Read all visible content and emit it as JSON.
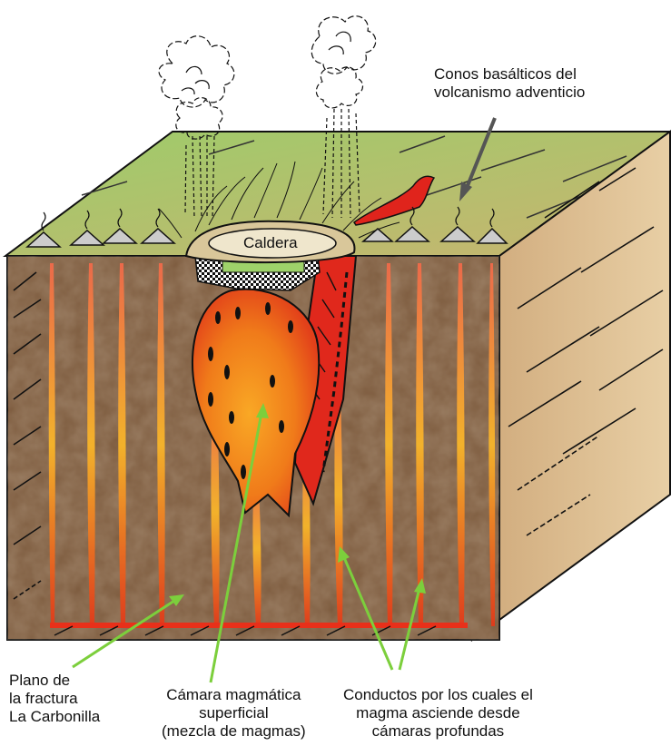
{
  "diagram": {
    "labels": {
      "caldera": "Caldera",
      "conos": "Conos basálticos del\nvolcanismo adventicio",
      "plano": "Plano de\nla fractura\nLa Carbonilla",
      "camara": "Cámara magmática\nsuperficial\n(mezcla de magmas)",
      "conductos": "Conductos por los cuales el\nmagma asciende desde\ncámaras profundas"
    },
    "colors": {
      "top_surface": "#8fbf5f",
      "front_face": "#7a5a3c",
      "side_face": "#d9b98c",
      "magma_chamber": "#f08a1c",
      "lava_flow": "#e0241c",
      "arrow": "#7ccf3c",
      "arrow_dark": "#555555",
      "conduit": "#f5a623"
    }
  }
}
